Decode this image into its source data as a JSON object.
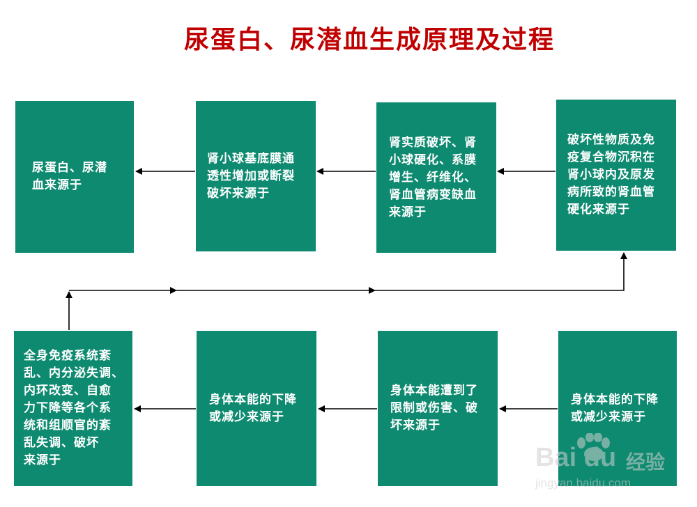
{
  "title": "尿蛋白、尿潜血生成原理及过程",
  "boxes": {
    "b1": "尿蛋白、尿潜\n血来源于",
    "b2": "肾小球基底膜通\n透性增加或断裂\n破坏来源于",
    "b3": "肾实质破坏、肾\n小球硬化、系膜\n增生、纤维化、\n肾血管病变缺血\n来源于",
    "b4": "破坏性物质及免\n疫复合物沉积在\n肾小球内及原发\n病所致的肾血管\n硬化来源于",
    "b5": "全身免疫系统紊\n乱、内分泌失调、\n内环改变、自愈\n力下降等各个系\n统和组顺官的紊\n乱失调、破坏\n来源于",
    "b6": "身体本能的下降\n或减少来源于",
    "b7": "身体本能遭到了\n限制或伤害、破\n坏来源于",
    "b8": "身体本能的下降\n或减少来源于"
  },
  "colors": {
    "title": "#c00000",
    "box": "#0e8a70",
    "arrow": "#000000"
  },
  "watermark": {
    "logo": "Bai du",
    "brand": "经验",
    "url": "jingyan.baidu.com"
  }
}
